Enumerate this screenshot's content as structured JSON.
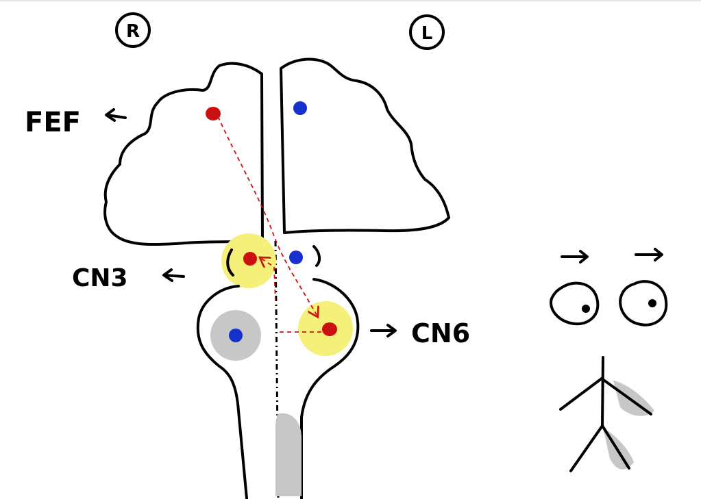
{
  "labels": {
    "right_side": "R",
    "left_side": "L",
    "fef": "FEF",
    "cn3": "CN3",
    "cn6": "CN6"
  },
  "colors": {
    "red_nucleus": "#cc1010",
    "blue_nucleus": "#1530cc",
    "highlight_yellow": "#f5f07a",
    "shade_gray": "#c7c7c7",
    "pathway": "#cc1010",
    "ink": "#000000"
  },
  "icons": {
    "direction": "arrow-icon",
    "eyes": "eye-icon",
    "body": "stick-figure-icon"
  }
}
